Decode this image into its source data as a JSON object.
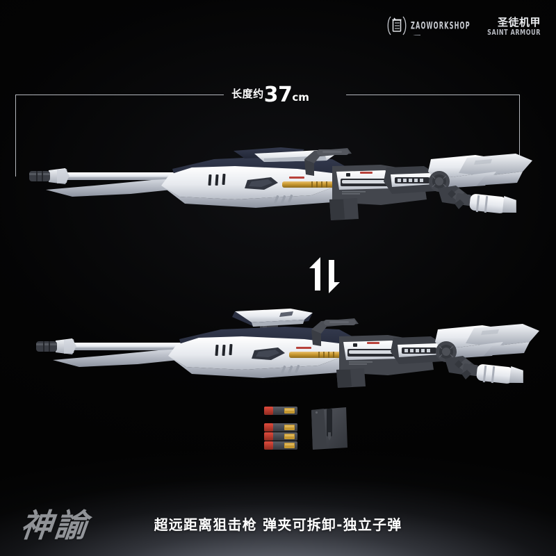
{
  "page": {
    "background_color": "#030303",
    "glow_color": "#969ba5"
  },
  "branding": {
    "zao": {
      "mark_icon": "zao-seal-icon",
      "wordmark": "ZAOWORKSHOP"
    },
    "saint": {
      "cn": "圣徒机甲",
      "en": "SAINT ARMOUR"
    }
  },
  "dimension": {
    "prefix_cn": "长度约",
    "value": "37",
    "unit": "cm",
    "full_label": "长度约37cm"
  },
  "transform": {
    "icon": "up-down-transform-arrow-icon",
    "color": "#ffffff"
  },
  "product": {
    "views": [
      {
        "id": "rifle-stowed",
        "name": "sniper-rifle-scope-folded",
        "scope_deployed": false
      },
      {
        "id": "rifle-deployed",
        "name": "sniper-rifle-scope-deployed",
        "scope_deployed": true
      }
    ],
    "colors": {
      "armor_white": "#e9ebef",
      "armor_shadow": "#aeb3bd",
      "core_navy": "#2b3042",
      "frame_dark": "#3b3d42",
      "accent_gold": "#c99a33",
      "accent_red": "#c0392b"
    }
  },
  "accessories": {
    "items": [
      {
        "name": "single-bullet",
        "count": 1,
        "tip_color": "#c0392b",
        "body_color": "#4a4d54",
        "band_color": "#c99a33"
      },
      {
        "name": "bullet-stack",
        "count": 3,
        "tip_color": "#c0392b",
        "body_color": "#4a4d54",
        "band_color": "#c99a33"
      },
      {
        "name": "detachable-magazine",
        "count": 1,
        "body_color": "#44474d"
      }
    ]
  },
  "footer": {
    "watermark": "神諭",
    "caption": "超远距离狙击枪  弹夹可拆卸-独立子弹"
  }
}
